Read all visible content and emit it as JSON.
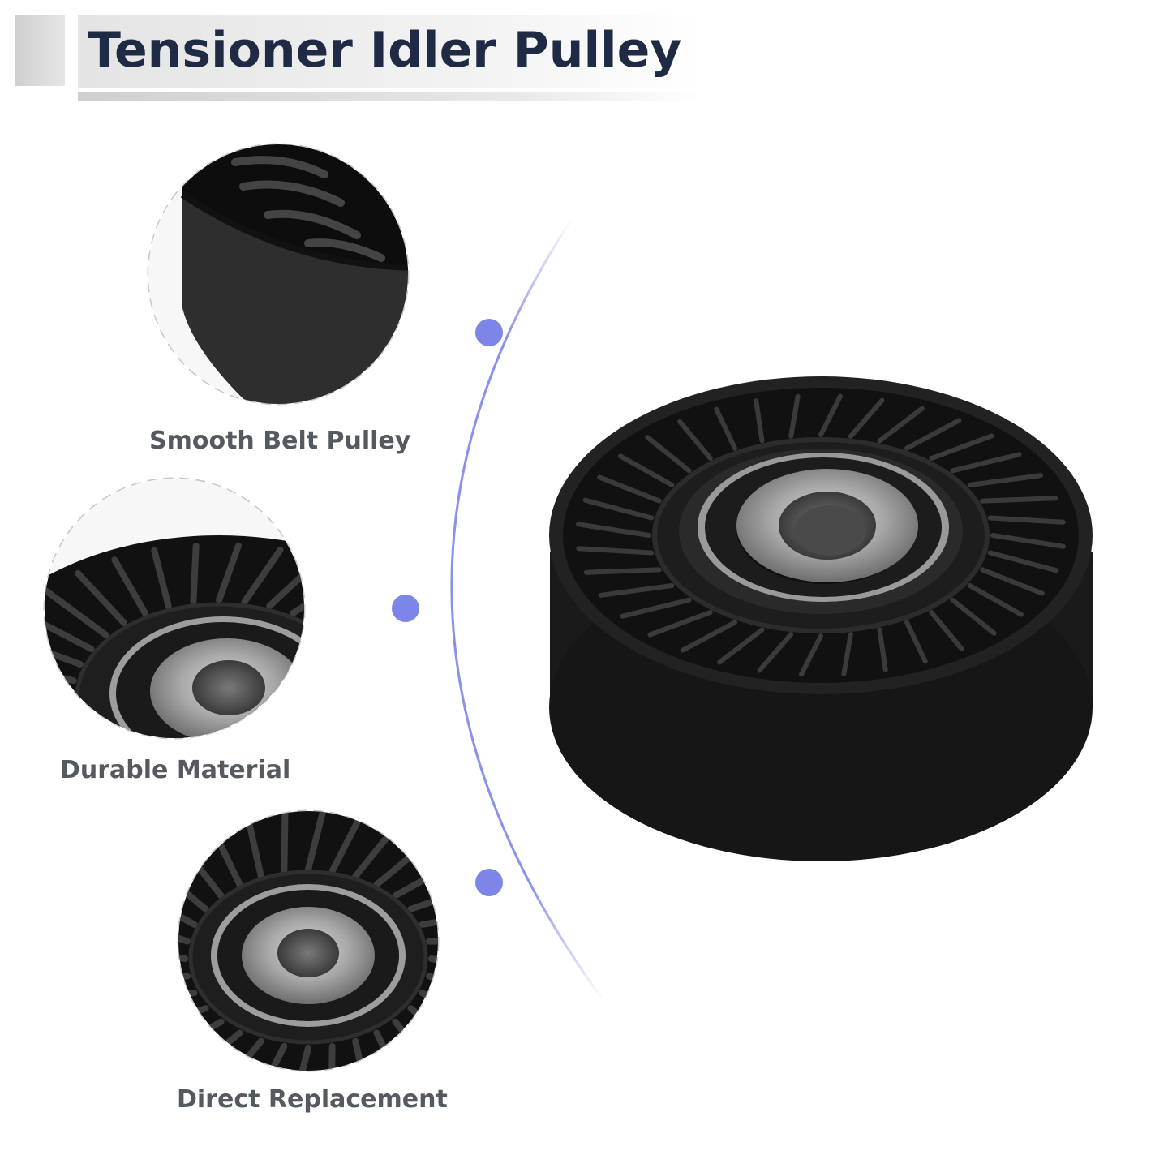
{
  "header": {
    "title": "Tensioner Idler Pulley"
  },
  "features": [
    {
      "label": "Smooth Belt Pulley"
    },
    {
      "label": "Durable Material"
    },
    {
      "label": "Direct Replacement"
    }
  ],
  "colors": {
    "title": "#1f2a44",
    "label": "#555a60",
    "accent": "#7b86e8",
    "pulley_body": "#1c1c1c",
    "bearing_metal": "#a9a9a9"
  }
}
